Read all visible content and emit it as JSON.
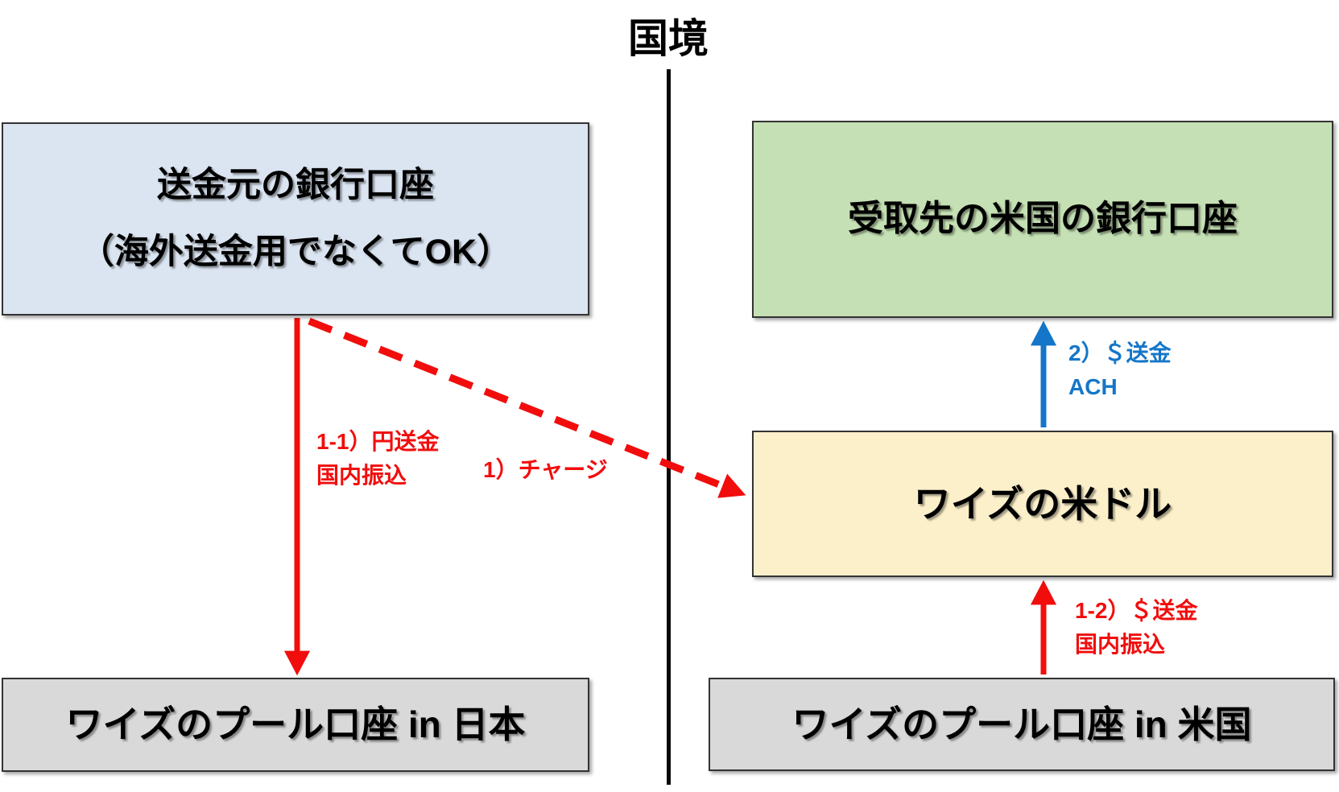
{
  "title": {
    "text": "国境"
  },
  "colors": {
    "red": "#F20D0D",
    "blue": "#1476C8",
    "box_border": "#333333",
    "sender_bg": "#DBE5F1",
    "recipient_bg": "#C5E0B4",
    "usd_bg": "#FCF0CB",
    "pool_bg": "#D9D9D9"
  },
  "boxes": {
    "sender_bank": {
      "line1": "送金元の銀行口座",
      "line2": "（海外送金用でなくてOK）"
    },
    "recipient_bank": {
      "label": "受取先の米国の銀行口座"
    },
    "wise_usd": {
      "label": "ワイズの米ドル"
    },
    "pool_japan": {
      "label": "ワイズのプール口座 in 日本"
    },
    "pool_us": {
      "label": "ワイズのプール口座 in 米国"
    }
  },
  "arrow_labels": {
    "yen_transfer": {
      "line1": "1-1）円送金",
      "line2": "国内振込"
    },
    "charge": {
      "label": "1）チャージ"
    },
    "usd_ach": {
      "line1": "2）＄送金",
      "line2": "ACH"
    },
    "usd_domestic": {
      "line1": "1-2）＄送金",
      "line2": "国内振込"
    }
  }
}
